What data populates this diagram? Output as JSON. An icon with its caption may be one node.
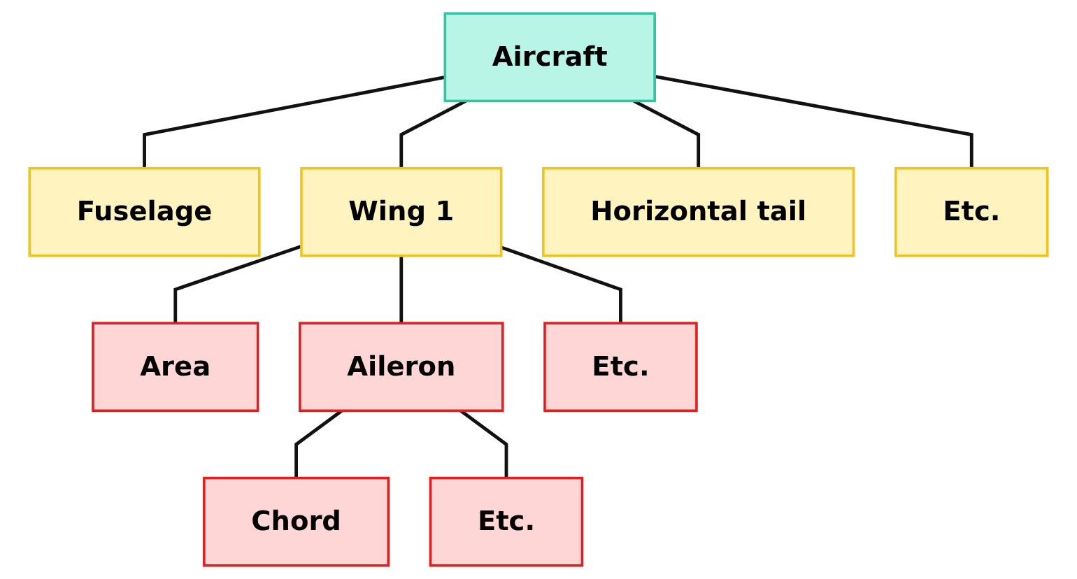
{
  "diagram": {
    "nodes": [
      {
        "text": [
          "Aircraft"
        ]
      },
      {
        "text": [
          "Fuselage"
        ]
      },
      {
        "text": [
          "Wing 1"
        ]
      },
      {
        "text": [
          "Horizontal tail"
        ]
      },
      {
        "text": [
          "Etc."
        ]
      },
      {
        "text": [
          "Area"
        ]
      },
      {
        "text": [
          "Aileron"
        ]
      },
      {
        "text": [
          "Etc."
        ]
      },
      {
        "text": [
          "Chord"
        ]
      },
      {
        "text": [
          "Etc."
        ]
      }
    ],
    "edges": [
      {
        "from": 0,
        "to": 1,
        "arrow": "none"
      },
      {
        "from": 0,
        "to": 2,
        "arrow": "none"
      },
      {
        "from": 0,
        "to": 3,
        "arrow": "none"
      },
      {
        "from": 0,
        "to": 4,
        "arrow": "none"
      },
      {
        "from": 2,
        "to": 5,
        "arrow": "none"
      },
      {
        "from": 2,
        "to": 6,
        "arrow": "none"
      },
      {
        "from": 2,
        "to": 7,
        "arrow": "none"
      },
      {
        "from": 6,
        "to": 8,
        "arrow": "none"
      },
      {
        "from": 6,
        "to": 9,
        "arrow": "none"
      }
    ]
  }
}
